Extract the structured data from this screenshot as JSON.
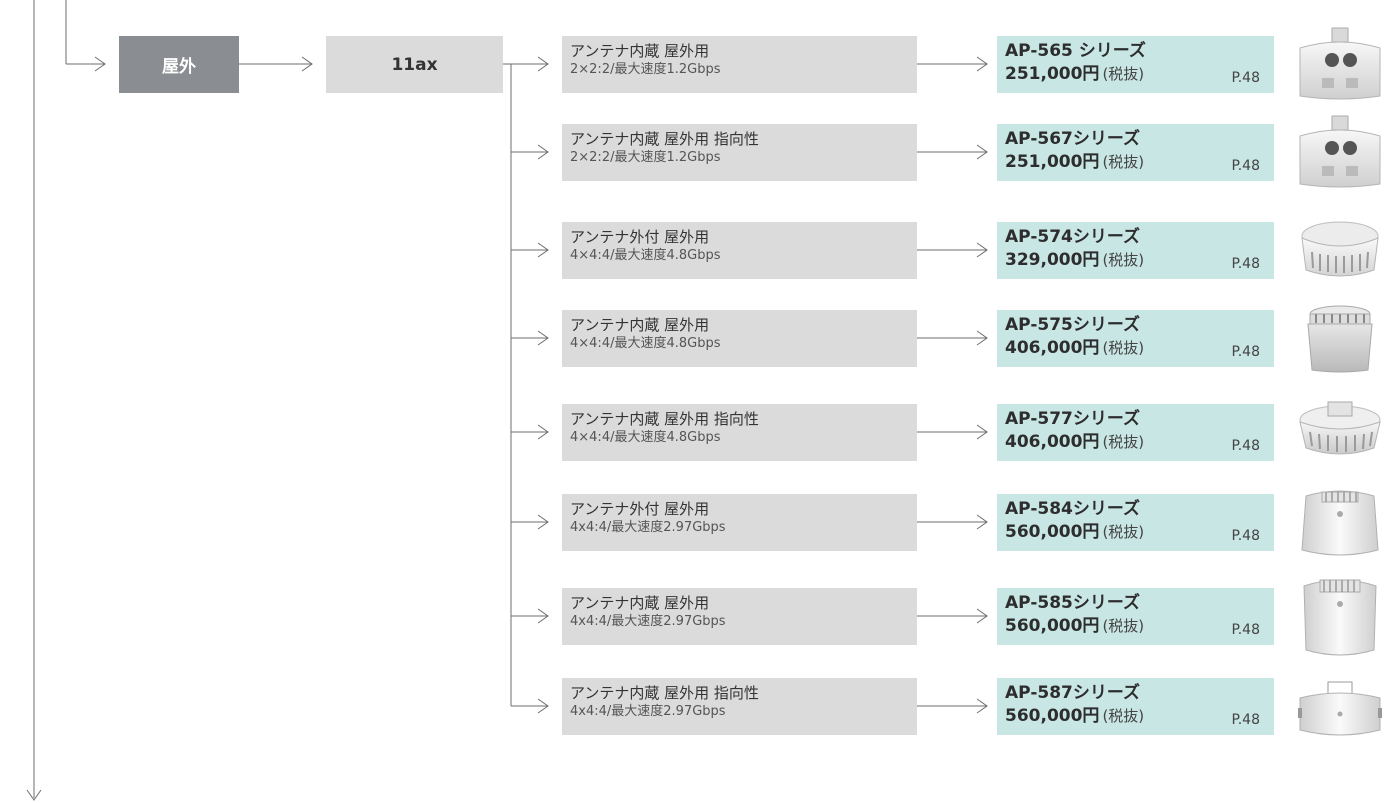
{
  "category": "屋外",
  "standard": "11ax",
  "tax_label": "(税抜)",
  "products": [
    {
      "spec_title": "アンテナ内蔵 屋外用",
      "spec_sub": "2×2:2/最大速度1.2Gbps",
      "model": "AP-565 シリーズ",
      "price": "251,000円",
      "page": "P.48",
      "icon": "ap-565-outdoor-icon"
    },
    {
      "spec_title": "アンテナ内蔵 屋外用 指向性",
      "spec_sub": "2×2:2/最大速度1.2Gbps",
      "model": "AP-567シリーズ",
      "price": "251,000円",
      "page": "P.48",
      "icon": "ap-567-outdoor-icon"
    },
    {
      "spec_title": "アンテナ外付 屋外用",
      "spec_sub": "4×4:4/最大速度4.8Gbps",
      "model": "AP-574シリーズ",
      "price": "329,000円",
      "page": "P.48",
      "icon": "ap-574-outdoor-icon"
    },
    {
      "spec_title": "アンテナ内蔵 屋外用",
      "spec_sub": "4×4:4/最大速度4.8Gbps",
      "model": "AP-575シリーズ",
      "price": "406,000円",
      "page": "P.48",
      "icon": "ap-575-outdoor-icon"
    },
    {
      "spec_title": "アンテナ内蔵 屋外用 指向性",
      "spec_sub": "4×4:4/最大速度4.8Gbps",
      "model": "AP-577シリーズ",
      "price": "406,000円",
      "page": "P.48",
      "icon": "ap-577-outdoor-icon"
    },
    {
      "spec_title": "アンテナ外付 屋外用",
      "spec_sub": "4x4:4/最大速度2.97Gbps",
      "model": "AP-584シリーズ",
      "price": "560,000円",
      "page": "P.48",
      "icon": "ap-584-outdoor-icon"
    },
    {
      "spec_title": "アンテナ内蔵 屋外用",
      "spec_sub": "4x4:4/最大速度2.97Gbps",
      "model": "AP-585シリーズ",
      "price": "560,000円",
      "page": "P.48",
      "icon": "ap-585-outdoor-icon"
    },
    {
      "spec_title": "アンテナ内蔵 屋外用 指向性",
      "spec_sub": "4x4:4/最大速度2.97Gbps",
      "model": "AP-587シリーズ",
      "price": "560,000円",
      "page": "P.48",
      "icon": "ap-587-outdoor-icon"
    }
  ]
}
